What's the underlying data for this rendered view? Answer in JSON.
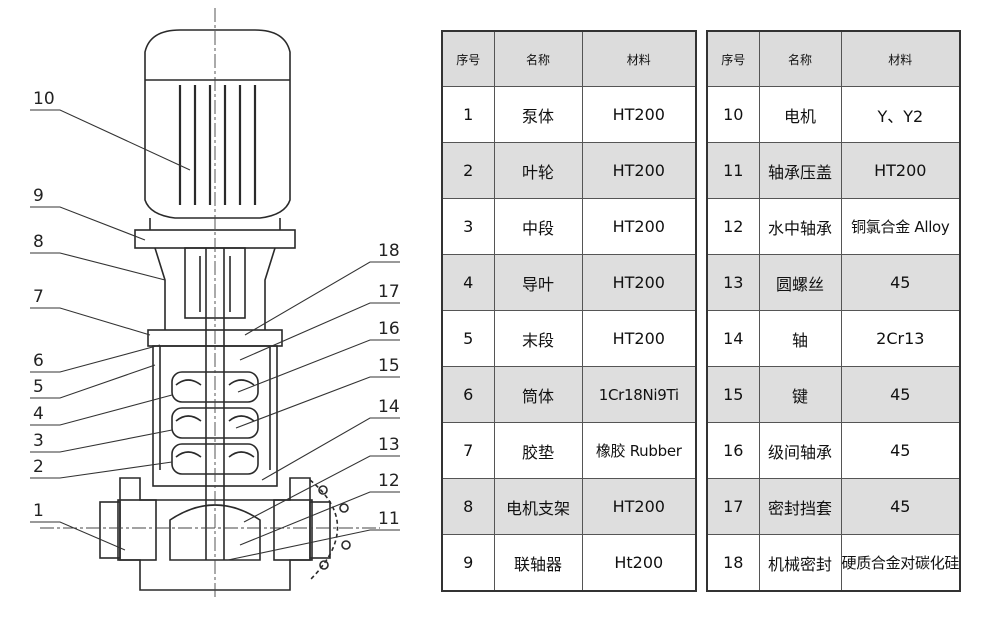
{
  "table": {
    "headers": {
      "no": "序号",
      "name": "名称",
      "material": "材料"
    },
    "left_rows": [
      {
        "no": "1",
        "name": "泵体",
        "material": "HT200"
      },
      {
        "no": "2",
        "name": "叶轮",
        "material": "HT200"
      },
      {
        "no": "3",
        "name": "中段",
        "material": "HT200"
      },
      {
        "no": "4",
        "name": "导叶",
        "material": "HT200"
      },
      {
        "no": "5",
        "name": "末段",
        "material": "HT200"
      },
      {
        "no": "6",
        "name": "筒体",
        "material": "1Cr18Ni9Ti"
      },
      {
        "no": "7",
        "name": "胶垫",
        "material": "橡胶 Rubber"
      },
      {
        "no": "8",
        "name": "电机支架",
        "material": "HT200"
      },
      {
        "no": "9",
        "name": "联轴器",
        "material": "Ht200"
      }
    ],
    "right_rows": [
      {
        "no": "10",
        "name": "电机",
        "material": "Y、Y2"
      },
      {
        "no": "11",
        "name": "轴承压盖",
        "material": "HT200"
      },
      {
        "no": "12",
        "name": "水中轴承",
        "material": "铜氯合金 Alloy"
      },
      {
        "no": "13",
        "name": "圆螺丝",
        "material": "45"
      },
      {
        "no": "14",
        "name": "轴",
        "material": "2Cr13"
      },
      {
        "no": "15",
        "name": "键",
        "material": "45"
      },
      {
        "no": "16",
        "name": "级间轴承",
        "material": "45"
      },
      {
        "no": "17",
        "name": "密封挡套",
        "material": "45"
      },
      {
        "no": "18",
        "name": "机械密封",
        "material": "硬质合金对碳化硅"
      }
    ]
  },
  "drawing": {
    "left_callouts": [
      "10",
      "9",
      "8",
      "7",
      "6",
      "5",
      "4",
      "3",
      "2",
      "1"
    ],
    "right_callouts": [
      "18",
      "17",
      "16",
      "15",
      "14",
      "13",
      "12",
      "11"
    ]
  },
  "colors": {
    "line": "#2a2a2a",
    "shade_row": "#dedede",
    "header_bg": "#dcdcdc"
  }
}
